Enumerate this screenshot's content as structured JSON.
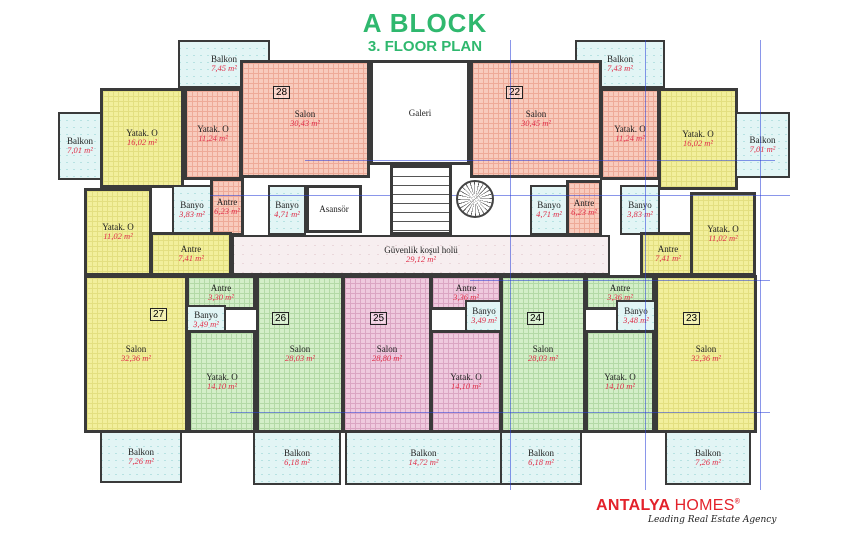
{
  "header": {
    "title": "A BLOCK",
    "subtitle": "3. FLOOR PLAN"
  },
  "brand_colors": {
    "title": "#2fb86e",
    "logo": "#e3222b"
  },
  "units": [
    "28",
    "22",
    "27",
    "26",
    "25",
    "24",
    "23"
  ],
  "rooms": [
    {
      "name": "Balkon",
      "area": "7,45 m²"
    },
    {
      "name": "Balkon",
      "area": "7,01 m²"
    },
    {
      "name": "Yatak. O",
      "area": "16,02 m²"
    },
    {
      "name": "Yatak. O",
      "area": "11,24 m²"
    },
    {
      "name": "Salon",
      "area": "30,43 m²"
    },
    {
      "name": "Galeri",
      "area": ""
    },
    {
      "name": "Yatak. O",
      "area": "11,02 m²"
    },
    {
      "name": "Banyo",
      "area": "3,83 m²"
    },
    {
      "name": "Antre",
      "area": "6,23 m²"
    },
    {
      "name": "Banyo",
      "area": "4,71 m²"
    },
    {
      "name": "Asansör",
      "area": ""
    },
    {
      "name": "Antre",
      "area": "7,41 m²"
    },
    {
      "name": "Güvenlik koşul holü",
      "area": "29,12 m²"
    },
    {
      "name": "Balkon",
      "area": "7,43 m²"
    },
    {
      "name": "Salon",
      "area": "30,45 m²"
    },
    {
      "name": "Yatak. O",
      "area": "11,24 m²"
    },
    {
      "name": "Yatak. O",
      "area": "16,02 m²"
    },
    {
      "name": "Balkon",
      "area": "7,01 m²"
    },
    {
      "name": "Banyo",
      "area": "4,71 m²"
    },
    {
      "name": "Antre",
      "area": "6,23 m²"
    },
    {
      "name": "Banyo",
      "area": "3,83 m²"
    },
    {
      "name": "Antre",
      "area": "7,41 m²"
    },
    {
      "name": "Yatak. O",
      "area": "11,02 m²"
    },
    {
      "name": "Salon",
      "area": "32,36 m²"
    },
    {
      "name": "Antre",
      "area": "3,30 m²"
    },
    {
      "name": "Banyo",
      "area": "3,49 m²"
    },
    {
      "name": "Yatak. O",
      "area": "14,10 m²"
    },
    {
      "name": "Salon",
      "area": "28,03 m²"
    },
    {
      "name": "Salon",
      "area": "28,80 m²"
    },
    {
      "name": "Antre",
      "area": "3,36 m²"
    },
    {
      "name": "Banyo",
      "area": "3,49 m²"
    },
    {
      "name": "Yatak. O",
      "area": "14,10 m²"
    },
    {
      "name": "Salon",
      "area": "28,03 m²"
    },
    {
      "name": "Antre",
      "area": "3,36 m²"
    },
    {
      "name": "Banyo",
      "area": "3,48 m²"
    },
    {
      "name": "Yatak. O",
      "area": "14,10 m²"
    },
    {
      "name": "Salon",
      "area": "32,36 m²"
    },
    {
      "name": "Balkon",
      "area": "7,26 m²"
    },
    {
      "name": "Balkon",
      "area": "6,18 m²"
    },
    {
      "name": "Balkon",
      "area": "14,72 m²"
    },
    {
      "name": "Balkon",
      "area": "6,18 m²"
    },
    {
      "name": "Balkon",
      "area": "7,26 m²"
    }
  ],
  "logo": {
    "brand_bold": "ANTALYA",
    "brand_light": "HOMES",
    "mark": "®",
    "tagline": "Leading Real Estate Agency"
  }
}
